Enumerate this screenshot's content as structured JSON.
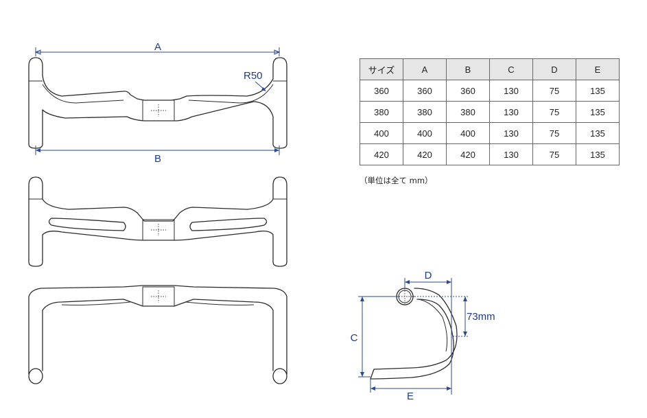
{
  "labels": {
    "dim_a": "A",
    "dim_b": "B",
    "radius": "R50",
    "dim_c": "C",
    "dim_d": "D",
    "dim_e": "E",
    "drop_73": "73mm"
  },
  "table": {
    "headers": [
      "サイズ",
      "A",
      "B",
      "C",
      "D",
      "E"
    ],
    "rows": [
      [
        "360",
        "360",
        "360",
        "130",
        "75",
        "135"
      ],
      [
        "380",
        "380",
        "380",
        "130",
        "75",
        "135"
      ],
      [
        "400",
        "400",
        "400",
        "130",
        "75",
        "135"
      ],
      [
        "420",
        "420",
        "420",
        "130",
        "75",
        "135"
      ]
    ]
  },
  "note": "（単位は全て mm）",
  "colors": {
    "dimension": "#1f3c86",
    "outline": "#2b2b2b",
    "header_bg": "#e6e6e6"
  }
}
